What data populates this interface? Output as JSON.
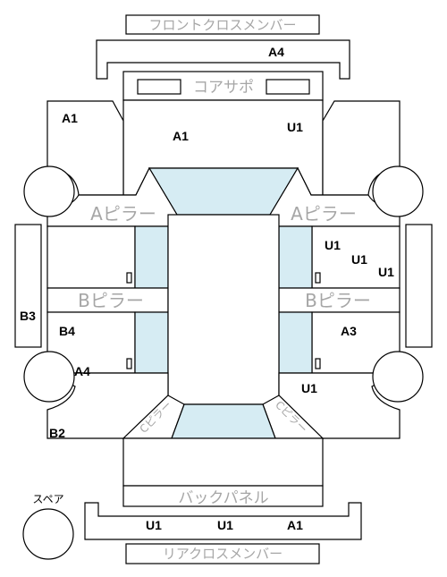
{
  "labels": {
    "front_cross_member": "フロントクロスメンバー",
    "core_support": "コアサポ",
    "a_pillar_left": "Aピラー",
    "a_pillar_right": "Aピラー",
    "b_pillar_left": "Bピラー",
    "b_pillar_right": "Bピラー",
    "c_pillar_left": "Cピラー",
    "c_pillar_right": "Cピラー",
    "back_panel": "バックパネル",
    "rear_cross_member": "リアクロスメンバー",
    "spare": "スペア"
  },
  "grades": {
    "front_cross_member": "A4",
    "front_left_fender": "A1",
    "core_left": "A1",
    "core_right": "U1",
    "rear_pillar_right_1": "U1",
    "rear_pillar_right_2": "U1",
    "rear_pillar_right_3": "U1",
    "left_rocker": "B3",
    "left_rear_door": "B4",
    "left_rear_quarter": "A4",
    "right_rear_door": "A3",
    "right_rear_quarter": "U1",
    "left_rear_fender": "B2",
    "rear_cross_1": "U1",
    "rear_cross_2": "U1",
    "rear_cross_3": "A1"
  }
}
